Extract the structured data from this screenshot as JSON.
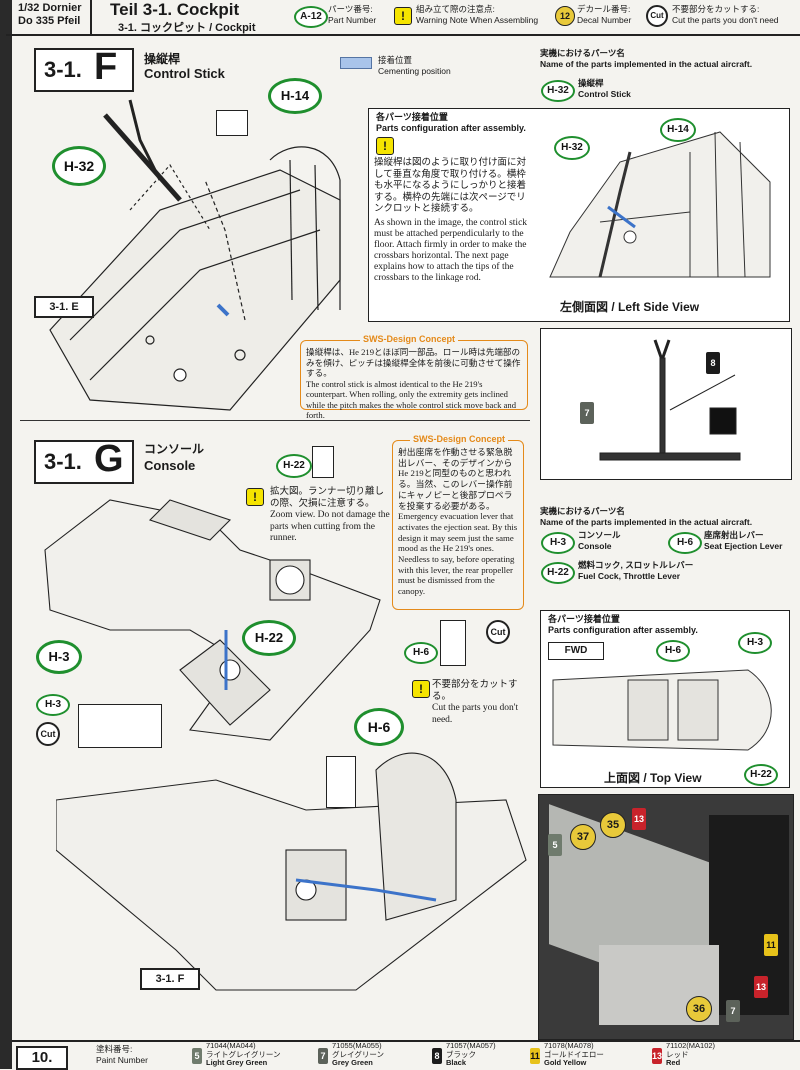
{
  "header": {
    "model_line1": "1/32 Dornier",
    "model_line2": "Do 335 Pfeil",
    "title_main": "Teil 3-1.  Cockpit",
    "title_sub": "3-1. コックピット / Cockpit",
    "legend_partnum_badge": "A-12",
    "legend_partnum_jp": "パーツ番号:",
    "legend_partnum_en": "Part Number",
    "legend_warn_jp": "組み立て際の注意点:",
    "legend_warn_en": "Warning Note When Assembling",
    "legend_decal_badge": "12",
    "legend_decal_jp": "デカール番号:",
    "legend_decal_en": "Decal Number",
    "legend_cut_jp": "不要部分をカットする:",
    "legend_cut_en": "Cut the parts you don't need"
  },
  "stepF": {
    "num": "3-1.",
    "letter": "F",
    "title_jp": "操縦桿",
    "title_en": "Control Stick",
    "cement_jp": "接着位置",
    "cement_en": "Cementing position",
    "parts_label_jp": "実機におけるパーツ名",
    "parts_label_en": "Name of the parts implemented in the actual aircraft.",
    "part_h32_code": "H-32",
    "part_h32_jp": "操縦桿",
    "part_h32_en": "Control Stick",
    "h14": "H-14",
    "h32": "H-32",
    "ref_e": "3-1. E",
    "config_jp": "各パーツ接着位置",
    "config_en": "Parts configuration after assembly.",
    "note_jp": "操縦桿は図のように取り付け面に対して垂直な角度で取り付ける。横枠も水平になるようにしっかりと接着する。横枠の先端には次ページでリンクロットと接続する。",
    "note_en": "As shown in the image, the control stick must be attached perpendicularly to the floor. Attach firmly in order to make the crossbars horizontal. The next page explains how to attach the tips of the crossbars to the linkage rod.",
    "side_view": "左側面図 / Left Side View",
    "sws_title": "SWS-Design Concept",
    "sws_jp": "操縦桿は、He 219とほぼ同一部品。ロール時は先端部のみを傾け、ピッチは操縦桿全体を前後に可動させて操作する。",
    "sws_en": "The control stick is almost identical to the He 219's counterpart. When rolling, only the extremity gets inclined while the pitch makes the whole control stick move back and forth.",
    "paint7": "7",
    "paint8": "8"
  },
  "stepG": {
    "num": "3-1.",
    "letter": "G",
    "title_jp": "コンソール",
    "title_en": "Console",
    "h22_small": "H-22",
    "zoom_jp": "拡大図。ランナー切り離しの際、欠損に注意する。",
    "zoom_en": "Zoom view. Do not damage the parts when cutting from the runner.",
    "sws_title": "SWS-Design Concept",
    "sws_jp": "射出座席を作動させる緊急脱出レバー、そのデザインからHe 219と同型のものと思われる。当然、このレバー操作前にキャノピーと後部プロペラを投棄する必要がある。",
    "sws_en": "Emergency evacuation lever that activates the ejection seat. By this design it may seem just the same mood as the He 219's ones. Needless to say, before operating with this lever, the rear propeller must be dismissed from the canopy.",
    "parts_label_jp": "実機におけるパーツ名",
    "parts_label_en": "Name of the parts implemented in the actual aircraft.",
    "p_h3_code": "H-3",
    "p_h3_jp": "コンソール",
    "p_h3_en": "Console",
    "p_h6_code": "H-6",
    "p_h6_jp": "座席射出レバー",
    "p_h6_en": "Seat Ejection Lever",
    "p_h22_code": "H-22",
    "p_h22_jp": "燃料コック, スロットルレバー",
    "p_h22_en": "Fuel Cock, Throttle Lever",
    "h3": "H-3",
    "h22": "H-22",
    "h6": "H-6",
    "h3_small": "H-3",
    "cut": "Cut",
    "h6_small": "H-6",
    "cut_jp": "不要部分をカットする。",
    "cut_en": "Cut the parts you don't need.",
    "config_jp": "各パーツ接着位置",
    "config_en": "Parts configuration after assembly.",
    "fwd": "FWD",
    "top_view": "上面図 / Top View",
    "ref_f": "3-1. F",
    "photo_decal_37": "37",
    "photo_decal_35": "35",
    "photo_decal_36": "36",
    "photo_paint_13a": "13",
    "photo_paint_5": "5",
    "photo_paint_11": "11",
    "photo_paint_13b": "13",
    "photo_paint_7": "7"
  },
  "footer": {
    "page": "10.",
    "paint_label_jp": "塗料番号:",
    "paint_label_en": "Paint Number",
    "paints": [
      {
        "num": "5",
        "code": "71044(MA044)",
        "jp": "ライトグレイグリーン",
        "en": "Light Grey Green",
        "color": "#6f7b6d"
      },
      {
        "num": "7",
        "code": "71055(MA055)",
        "jp": "グレイグリーン",
        "en": "Grey Green",
        "color": "#5c625a"
      },
      {
        "num": "8",
        "code": "71057(MA057)",
        "jp": "ブラック",
        "en": "Black",
        "color": "#1c1c1c"
      },
      {
        "num": "11",
        "code": "71078(MA078)",
        "jp": "ゴールドイエロー",
        "en": "Gold Yellow",
        "color": "#e7c21a"
      },
      {
        "num": "13",
        "code": "71102(MA102)",
        "jp": "レッド",
        "en": "Red",
        "color": "#c8232b"
      }
    ]
  },
  "colors": {
    "green_badge": "#1f8f2e",
    "warn_yellow": "#f5e400",
    "sws_orange": "#e48a1a",
    "cement_blue": "#a9c4ea"
  }
}
